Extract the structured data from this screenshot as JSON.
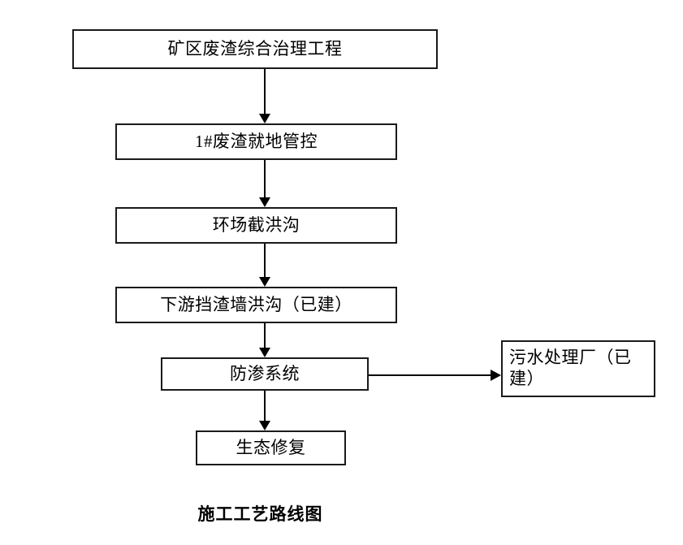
{
  "diagram": {
    "caption": "施工工艺路线图",
    "colors": {
      "stroke": "#1a1a1a",
      "background": "#ffffff",
      "text": "#000000"
    },
    "nodes": [
      {
        "id": "main",
        "label": "矿区废渣综合治理工程"
      },
      {
        "id": "onsite",
        "label": "1#废渣就地管控"
      },
      {
        "id": "ditch",
        "label": "环场截洪沟"
      },
      {
        "id": "downstream",
        "label": "下游挡渣墙洪沟（已建）"
      },
      {
        "id": "seepage",
        "label": "防渗系统"
      },
      {
        "id": "wastewater",
        "label": "污水处理厂（已\n建）"
      },
      {
        "id": "eco",
        "label": "生态修复"
      }
    ],
    "edges": [
      {
        "from": "main",
        "to": "onsite",
        "direction": "down"
      },
      {
        "from": "onsite",
        "to": "ditch",
        "direction": "down"
      },
      {
        "from": "ditch",
        "to": "downstream",
        "direction": "down"
      },
      {
        "from": "downstream",
        "to": "seepage",
        "direction": "down"
      },
      {
        "from": "seepage",
        "to": "wastewater",
        "direction": "right"
      },
      {
        "from": "seepage",
        "to": "eco",
        "direction": "down"
      }
    ]
  }
}
